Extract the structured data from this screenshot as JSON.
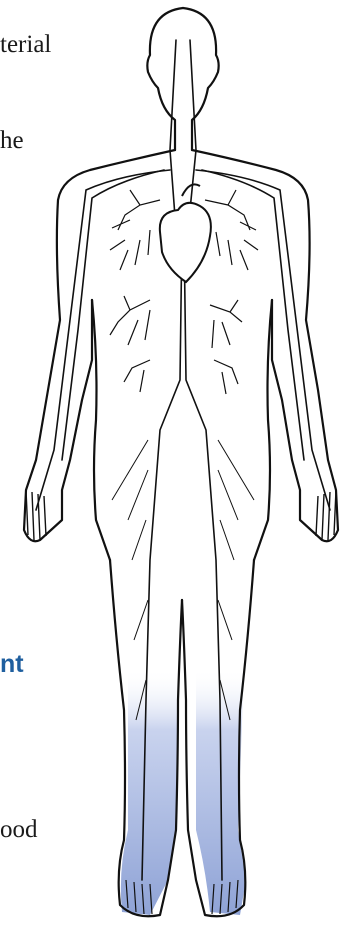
{
  "fragments": {
    "line1": "terial",
    "line2": "he",
    "heading": "nt",
    "line3": "ood"
  },
  "colors": {
    "heading": "#1f5f9f",
    "text": "#1a1a1a",
    "legs_gradient_start": "#ffffff",
    "legs_gradient_end": "#8fa3d6",
    "outline": "#111111"
  },
  "figure": {
    "subject": "human circulatory system illustration"
  }
}
